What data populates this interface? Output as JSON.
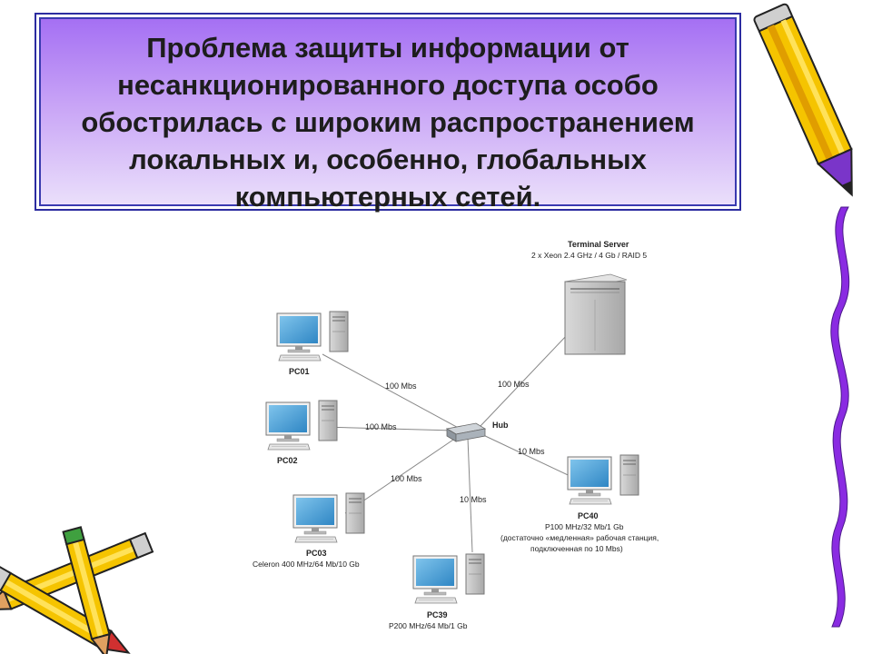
{
  "title": {
    "lines": [
      "Проблема защиты информации от",
      "несанкционированного доступа особо",
      "обострилась с широким распространением",
      "локальных и, особенно, глобальных",
      "компьютерных сетей."
    ]
  },
  "diagram": {
    "server": {
      "name": "Terminal Server",
      "spec": "2 x Xeon 2.4 GHz / 4 Gb / RAID 5"
    },
    "hub": {
      "name": "Hub"
    },
    "pcs": {
      "pc01": {
        "name": "PC01"
      },
      "pc02": {
        "name": "PC02"
      },
      "pc03": {
        "name": "PC03",
        "spec": "Celeron 400 MHz/64 Mb/10 Gb"
      },
      "pc39": {
        "name": "PC39",
        "spec": "P200 MHz/64 Mb/1 Gb"
      },
      "pc40": {
        "name": "PC40",
        "spec": "P100 MHz/32 Mb/1 Gb",
        "note1": "(достаточно «медленная» рабочая станция,",
        "note2": "подключенная по 10 Mbs)"
      }
    },
    "links": {
      "server": "100 Mbs",
      "pc01": "100 Mbs",
      "pc02": "100 Mbs",
      "pc03": "100 Mbs",
      "pc39": "10 Mbs",
      "pc40": "10 Mbs"
    }
  },
  "colors": {
    "border": "#2c2ca0",
    "purple_top": "#a36df3",
    "ribbon": "#8a2be2",
    "pencil_yellow": "#f5c400",
    "screen_blue": "#4aa3d8"
  }
}
